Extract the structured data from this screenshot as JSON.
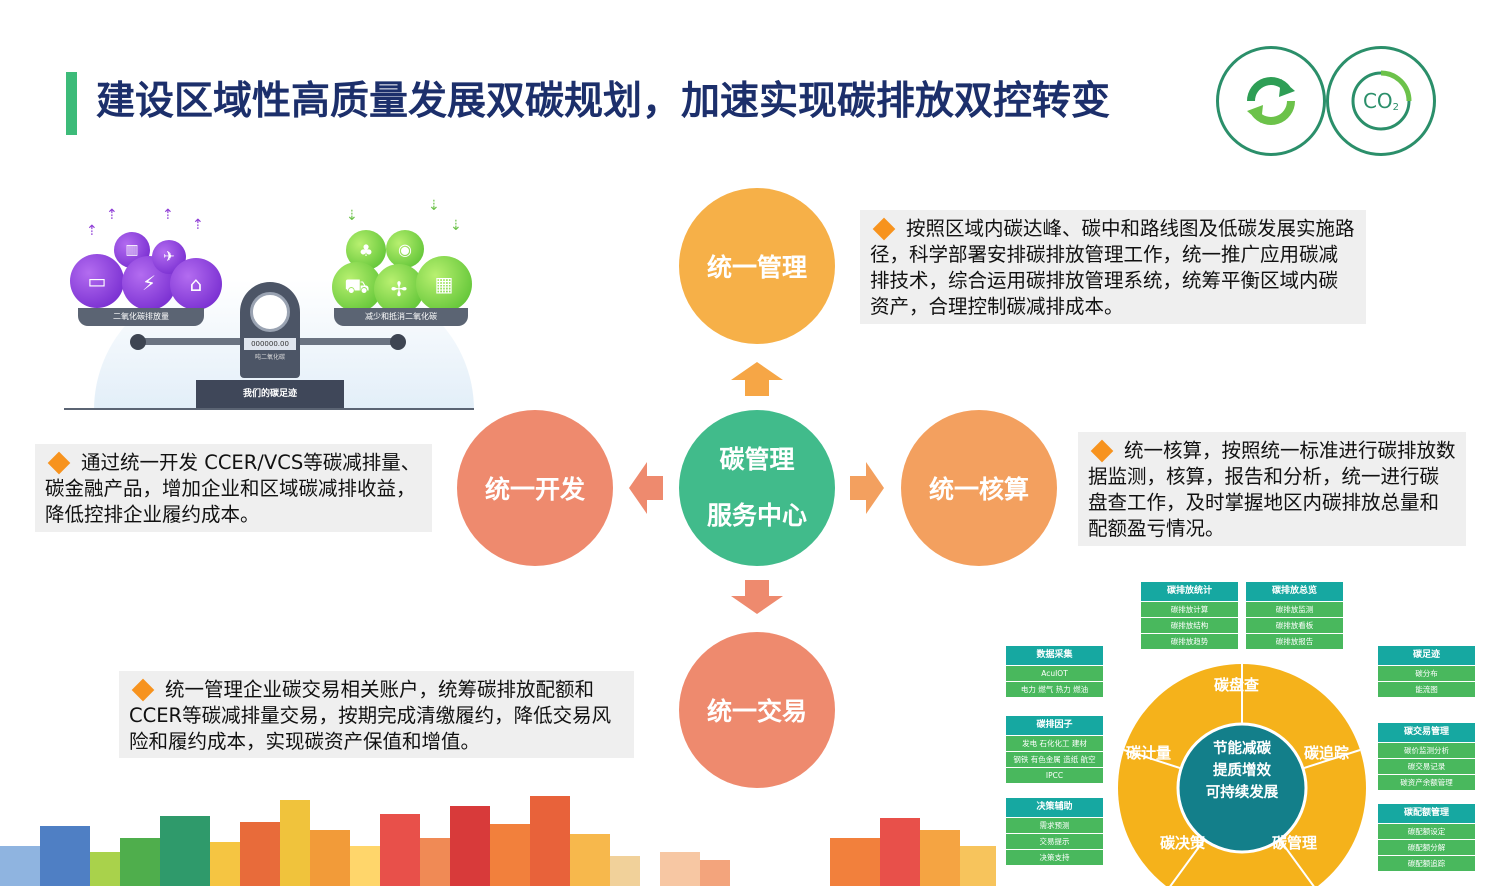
{
  "title": "建设区域性高质量发展双碳规划，加速实现碳排放双控转变",
  "logos": {
    "left_icon": "recycle-arrows-icon",
    "right_label": "CO",
    "right_sub": "2"
  },
  "center": {
    "line1": "碳管理",
    "line2": "服务中心"
  },
  "nodes": {
    "management": "统一管理",
    "development": "统一开发",
    "accounting": "统一核算",
    "trading": "统一交易"
  },
  "descriptions": {
    "management": "按照区域内碳达峰、碳中和路线图及低碳发展实施路径，科学部署安排碳排放管理工作，统一推广应用碳减排技术，综合运用碳排放管理系统，统筹平衡区域内碳资产，合理控制碳减排成本。",
    "development": "通过统一开发 CCER/VCS等碳减排量、碳金融产品，增加企业和区域碳减排收益，降低控排企业履约成本。",
    "accounting": "统一核算，按照统一标准进行碳排放数据监测，核算，报告和分析，统一进行碳盘查工作，及时掌握地区内碳排放总量和配额盈亏情况。",
    "trading": "统一管理企业碳交易相关账户，统筹碳排放配额和CCER等碳减排量交易，按期完成清缴履约，降低交易风险和履约成本，实现碳资产保值和增值。"
  },
  "scale": {
    "left_label": "二氧化碳排放量",
    "right_label": "减少和抵消二氧化碳",
    "counter": "000000.00",
    "counter_unit": "吨二氧化碳",
    "base": "我们的碳足迹"
  },
  "wheel": {
    "center": [
      "节能减碳",
      "提质增效",
      "可持续发展"
    ],
    "segments": [
      "碳盘查",
      "碳追踪",
      "碳管理",
      "碳决策",
      "碳计量"
    ]
  },
  "panels": {
    "stat": {
      "title": "碳排放统计",
      "items": [
        "碳排放计算",
        "碳排放结构",
        "碳排放趋势"
      ]
    },
    "overview": {
      "title": "碳排放总览",
      "items": [
        "碳排放监测",
        "碳排放看板",
        "碳排放报告"
      ]
    },
    "collect": {
      "title": "数据采集",
      "items": [
        "AcuIOT",
        "电力 燃气 热力 燃油"
      ]
    },
    "factor": {
      "title": "碳排因子",
      "items": [
        "发电 石化化工 建材",
        "钢铁 有色金属 造纸 航空",
        "IPCC"
      ]
    },
    "decision": {
      "title": "决策辅助",
      "items": [
        "需求预测",
        "交易提示",
        "决策支持"
      ]
    },
    "footprint": {
      "title": "碳足迹",
      "items": [
        "碳分布",
        "能流图"
      ]
    },
    "trade": {
      "title": "碳交易管理",
      "items": [
        "碳价监测分析",
        "碳交易记录",
        "碳资产余额管理"
      ]
    },
    "quota": {
      "title": "碳配额管理",
      "items": [
        "碳配额设定",
        "碳配额分解",
        "碳配额追踪"
      ]
    }
  },
  "colors": {
    "title": "#1c2f6b",
    "accent_green": "#3dbb79",
    "management": "#f6b048",
    "development": "#ee8a6e",
    "accounting": "#f3a05f",
    "trading": "#ee8a6e",
    "center": "#41bb8b",
    "wheel_ring": "#f5b21b",
    "wheel_center": "#137f8a"
  }
}
